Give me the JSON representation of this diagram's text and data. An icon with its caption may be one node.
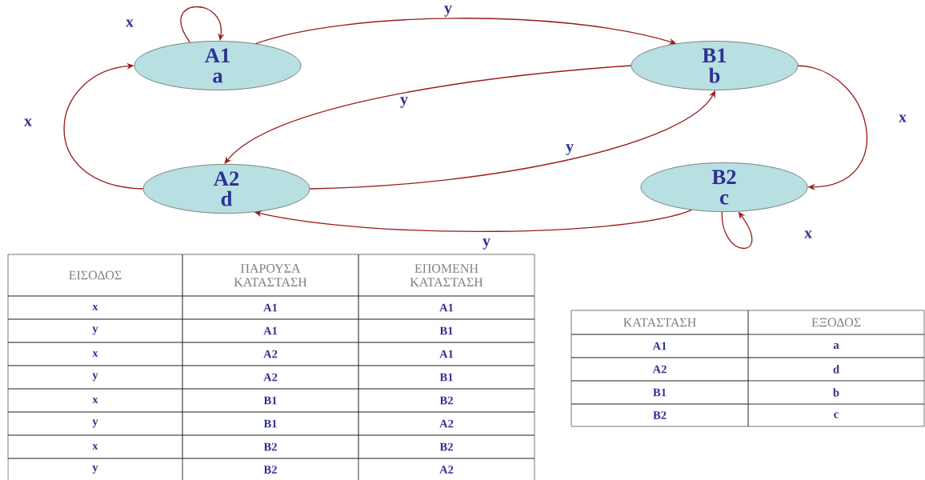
{
  "diagram": {
    "nodes": [
      {
        "text": [
          "A1",
          "a"
        ]
      },
      {
        "text": [
          "B1",
          "b"
        ]
      },
      {
        "text": [
          "A2",
          "d"
        ]
      },
      {
        "text": [
          "B2",
          "c"
        ]
      }
    ],
    "edges": [
      {
        "from": 0,
        "to": 0,
        "arrow": "to",
        "label": "x"
      },
      {
        "from": 0,
        "to": 1,
        "arrow": "to",
        "label": "y"
      },
      {
        "from": 1,
        "to": 2,
        "arrow": "to",
        "label": "y"
      },
      {
        "from": 2,
        "to": 0,
        "arrow": "to",
        "label": "x"
      },
      {
        "from": 2,
        "to": 1,
        "arrow": "to",
        "label": "y"
      },
      {
        "from": 1,
        "to": 3,
        "arrow": "to",
        "label": "x"
      },
      {
        "from": 3,
        "to": 3,
        "arrow": "to",
        "label": "x"
      },
      {
        "from": 3,
        "to": 2,
        "arrow": "to",
        "label": "y"
      }
    ],
    "labels": [
      "ΕΙΣΟΔΟΣ",
      "ΠΑΡΟΥΣΑ ΚΑΤΑΣΤΑΣΗ",
      "ΕΠΟΜΕΝΗ ΚΑΤΑΣΤΑΣΗ",
      "x",
      "A1",
      "A1",
      "y",
      "A1",
      "B1",
      "x",
      "A2",
      "A1",
      "y",
      "A2",
      "B1",
      "x",
      "B1",
      "B2",
      "y",
      "B1",
      "A2",
      "x",
      "B2",
      "B2",
      "y",
      "B2",
      "A2",
      "ΚΑΤΑΣΤΑΣΗ",
      "ΕΞΟΔΟΣ",
      "A1",
      "a",
      "A2",
      "d",
      "B1",
      "b",
      "B2",
      "c"
    ]
  }
}
